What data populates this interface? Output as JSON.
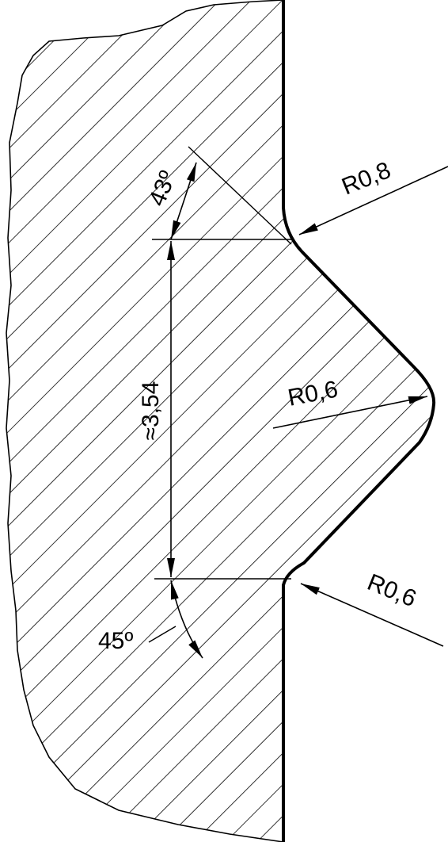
{
  "labels": {
    "top_radius": "R0,8",
    "top_angle": "43º",
    "tip_radius": "R0,6",
    "height_dim": "≈3,54",
    "bottom_radius": "R0,6",
    "bottom_angle": "45º"
  },
  "colors": {
    "line": "#000000",
    "background": "#ffffff"
  }
}
